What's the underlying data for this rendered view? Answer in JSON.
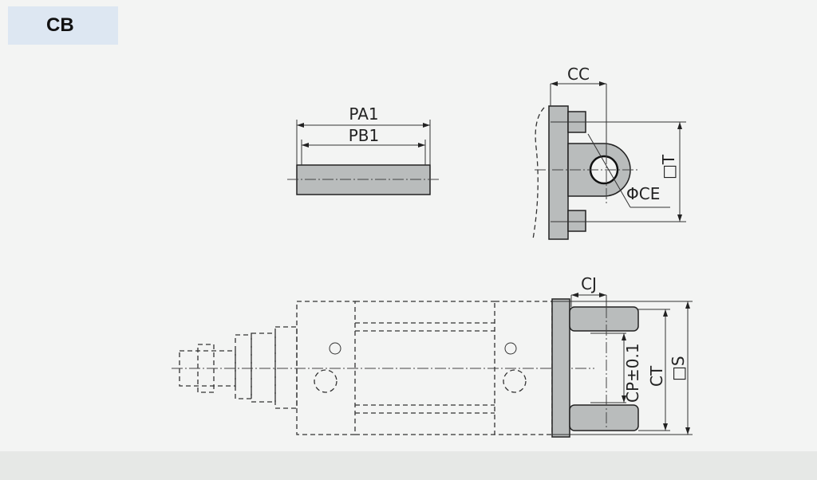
{
  "title": "CB",
  "labels": {
    "pa1": "PA1",
    "pb1": "PB1",
    "cc": "CC",
    "ce": "ΦCE",
    "t": "□T",
    "cj": "CJ",
    "cp": "CP±0.1",
    "ct": "CT",
    "s": "□S"
  }
}
